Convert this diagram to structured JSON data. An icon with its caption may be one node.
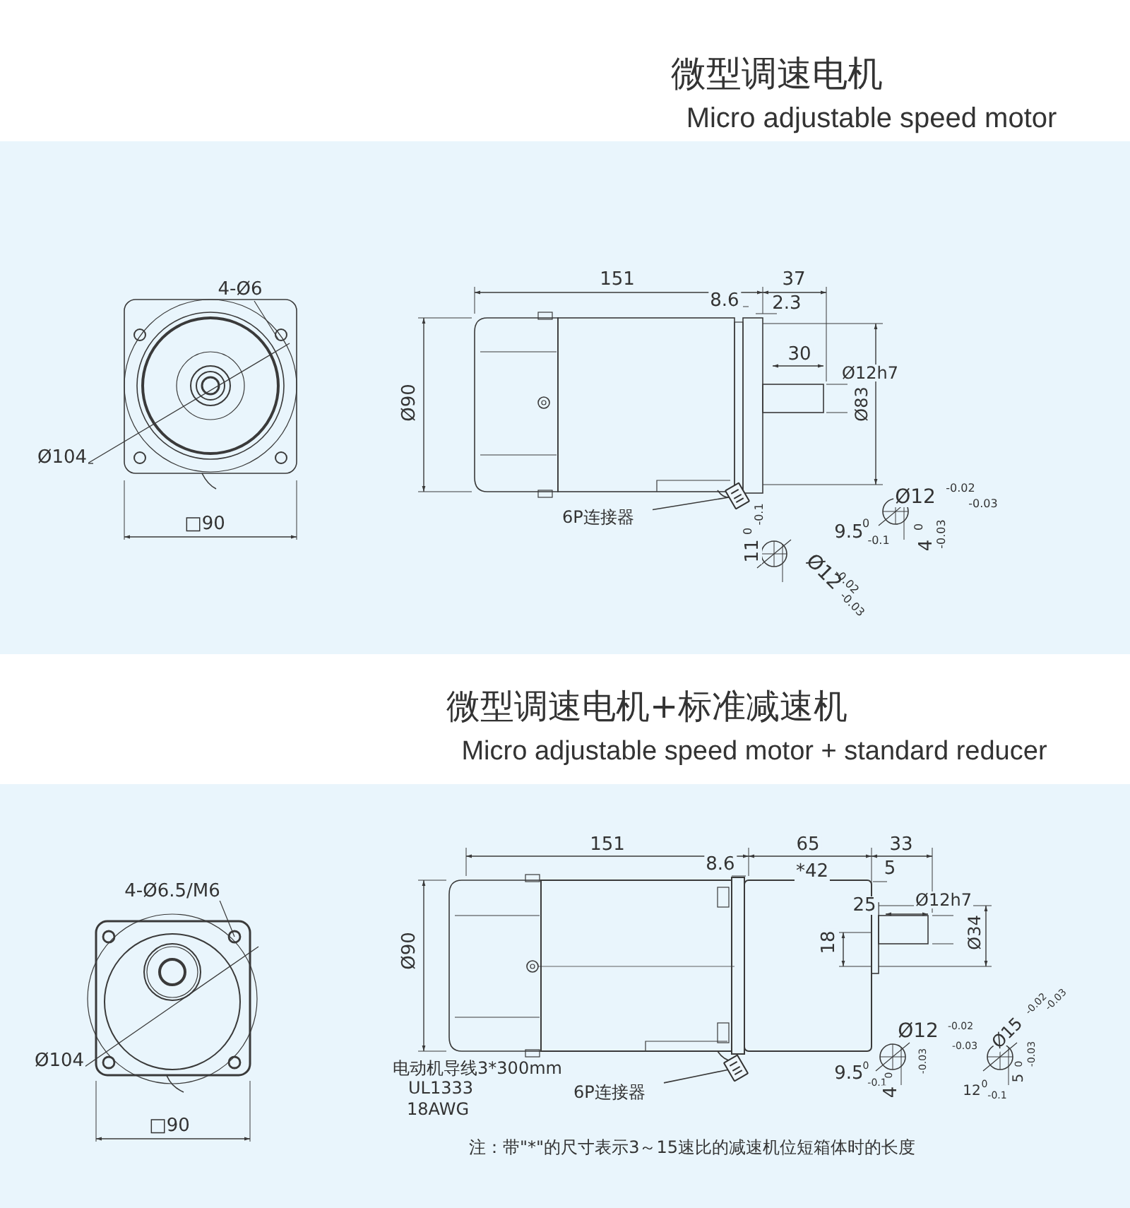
{
  "diagram": {
    "nodes": [
      {
        "text": [
          "6P连接器"
        ]
      },
      {
        "text": [],
        "shape": "box"
      },
      {
        "text": [
          "6P连接器"
        ]
      },
      {
        "text": [],
        "shape": "box"
      }
    ],
    "edges": [
      {
        "from": 0,
        "to": 1,
        "arrow": "none"
      },
      {
        "from": 2,
        "to": 3,
        "arrow": "none"
      }
    ],
    "labels": [
      "微型调速电机",
      "Micro adjustable speed motor",
      "4-Ø6",
      "Ø104",
      "□90",
      "151",
      "37",
      "8.6",
      "2.3",
      "30",
      "Ø90",
      "Ø12h7",
      "Ø83",
      "Ø12",
      "-0.02",
      "-0.03",
      "9.5",
      "0",
      "-0.1",
      "4",
      "0",
      "-0.03",
      "11",
      "0",
      "-0.1",
      "Ø12",
      "-0.02",
      "-0.03",
      "微型调速电机+标准减速机",
      "Micro adjustable speed motor + standard reducer",
      "4-Ø6.5/M6",
      "Ø104",
      "□90",
      "151",
      "65",
      "33",
      "8.6",
      "*42",
      "5",
      "25",
      "Ø12h7",
      "Ø90",
      "18",
      "Ø34",
      "Ø12",
      "-0.02",
      "-0.03",
      "Ø15",
      "-0.02",
      "-0.03",
      "9.5",
      "0",
      "-0.1",
      "4",
      "0",
      "-0.03",
      "12",
      "0",
      "-0.1",
      "5",
      "0",
      "-0.03",
      "电动机导线3*300mm",
      "UL1333",
      "18AWG",
      "注：带\"*\"的尺寸表示3～15速比的减速机位短箱体时的长度"
    ]
  }
}
